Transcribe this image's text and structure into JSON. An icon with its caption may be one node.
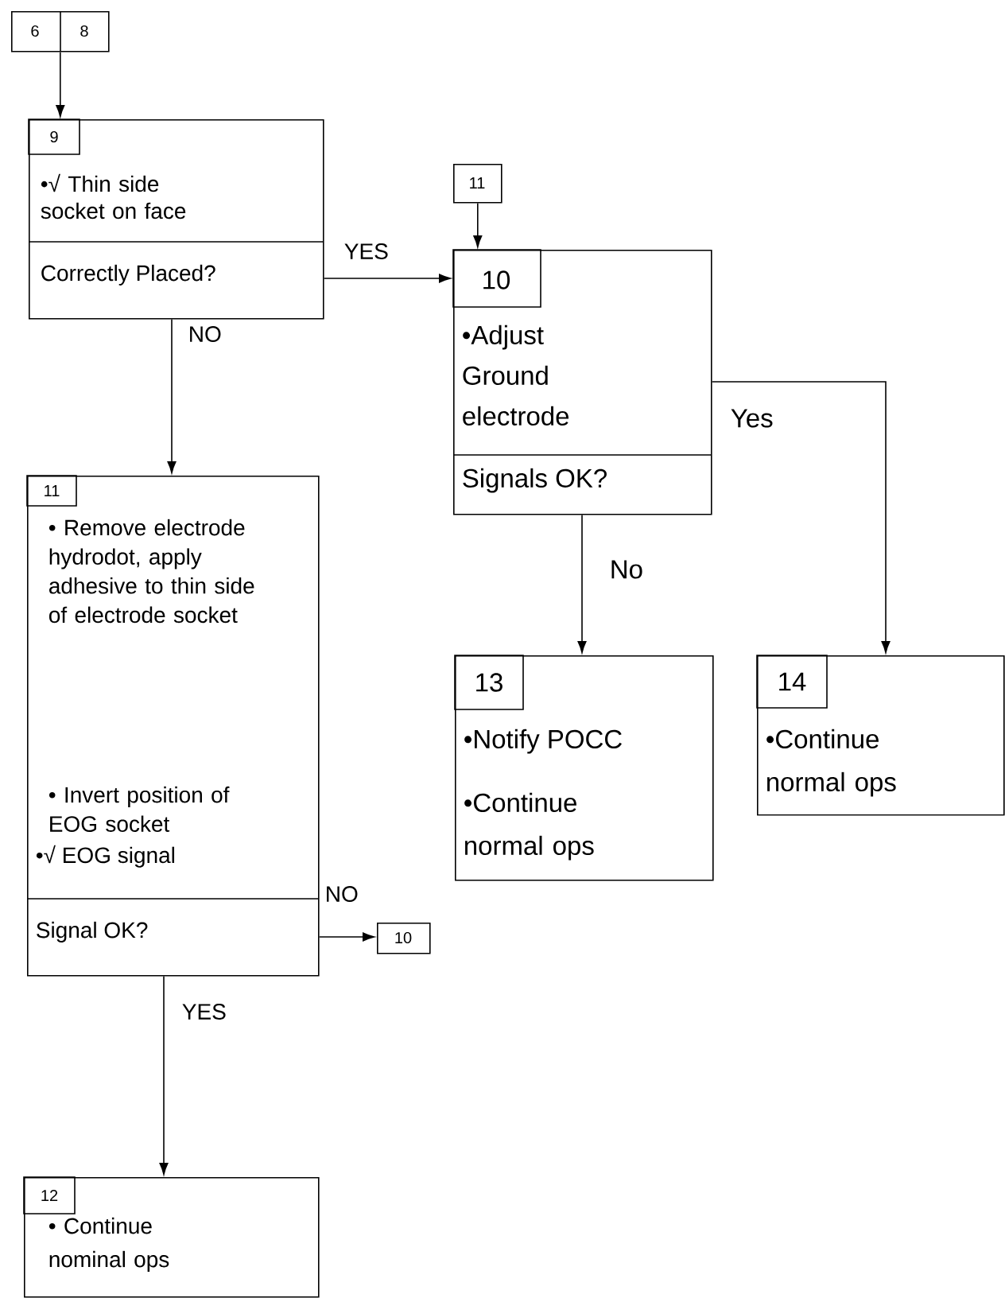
{
  "diagram": {
    "nodes": [
      {
        "text": [
          "6",
          "8"
        ]
      },
      {
        "text": [
          "9",
          "•√ Thin side socket on face",
          "Correctly Placed?"
        ]
      },
      {
        "text": [
          "11"
        ]
      },
      {
        "text": [
          "10",
          "•Adjust Ground electrode",
          "Signals OK?"
        ]
      },
      {
        "text": [
          "11",
          "• Remove electrode hydrodot, apply adhesive to thin side of electrode socket",
          "• Invert position of EOG socket",
          "•√ EOG signal",
          "Signal OK?"
        ]
      },
      {
        "text": [
          "10"
        ]
      },
      {
        "text": [
          "13",
          "•Notify POCC",
          "•Continue normal ops"
        ]
      },
      {
        "text": [
          "14",
          "•Continue normal ops"
        ]
      },
      {
        "text": [
          "12",
          "• Continue nominal ops"
        ]
      }
    ],
    "edges": [
      {
        "from": 0,
        "to": 1,
        "arrow": "to"
      },
      {
        "from": 1,
        "to": 3,
        "arrow": "to",
        "label": "YES"
      },
      {
        "from": 1,
        "to": 4,
        "arrow": "to",
        "label": "NO"
      },
      {
        "from": 2,
        "to": 3,
        "arrow": "to"
      },
      {
        "from": 3,
        "to": 6,
        "arrow": "to",
        "label": "No"
      },
      {
        "from": 3,
        "to": 7,
        "arrow": "to",
        "label": "Yes"
      },
      {
        "from": 4,
        "to": 5,
        "arrow": "to",
        "label": "NO"
      },
      {
        "from": 4,
        "to": 8,
        "arrow": "to",
        "label": "YES"
      }
    ]
  }
}
